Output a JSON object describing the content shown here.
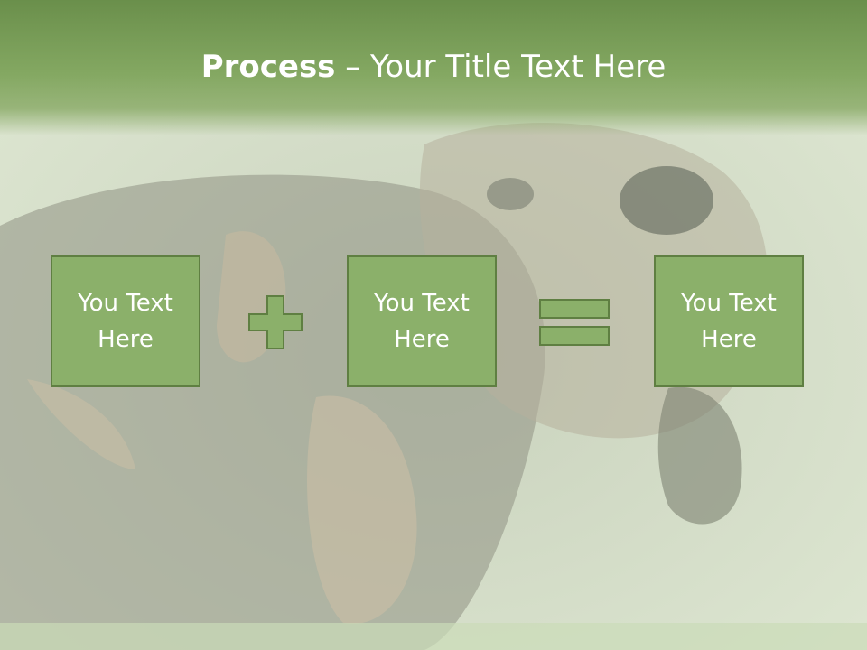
{
  "title": {
    "bold": "Process",
    "rest": " – Your Title Text Here"
  },
  "boxes": [
    {
      "line1": "You Text",
      "line2": "Here"
    },
    {
      "line1": "You Text",
      "line2": "Here"
    },
    {
      "line1": "You Text",
      "line2": "Here"
    }
  ],
  "operators": [
    "plus-icon",
    "equals-icon"
  ],
  "colors": {
    "title_band": "#6a8f4b",
    "box_fill": "#8bb06a",
    "box_border": "#5f7f42",
    "text": "#ffffff"
  }
}
